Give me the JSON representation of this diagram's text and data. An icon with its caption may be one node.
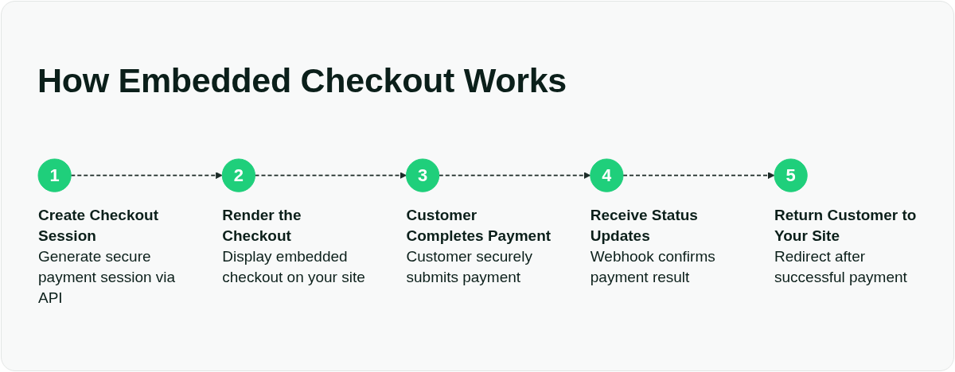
{
  "diagram": {
    "title": "How Embedded Checkout Works",
    "nodes": [
      {
        "text": [
          "1"
        ],
        "beside": [
          "Create Checkout Session",
          "Generate secure payment session via API"
        ]
      },
      {
        "text": [
          "2"
        ],
        "beside": [
          "Render the Checkout",
          "Display embedded checkout on your site"
        ]
      },
      {
        "text": [
          "3"
        ],
        "beside": [
          "Customer Completes Payment",
          "Customer securely submits payment"
        ]
      },
      {
        "text": [
          "4"
        ],
        "beside": [
          "Receive Status Updates",
          "Webhook confirms payment result"
        ]
      },
      {
        "text": [
          "5"
        ],
        "beside": [
          "Return Customer to Your Site",
          "Redirect after successful payment"
        ]
      }
    ],
    "edges": [
      {
        "from": 0,
        "to": 1,
        "arrow": "to",
        "style": "dashed"
      },
      {
        "from": 1,
        "to": 2,
        "arrow": "to",
        "style": "dashed"
      },
      {
        "from": 2,
        "to": 3,
        "arrow": "to",
        "style": "dashed"
      },
      {
        "from": 3,
        "to": 4,
        "arrow": "to",
        "style": "dashed"
      }
    ]
  }
}
